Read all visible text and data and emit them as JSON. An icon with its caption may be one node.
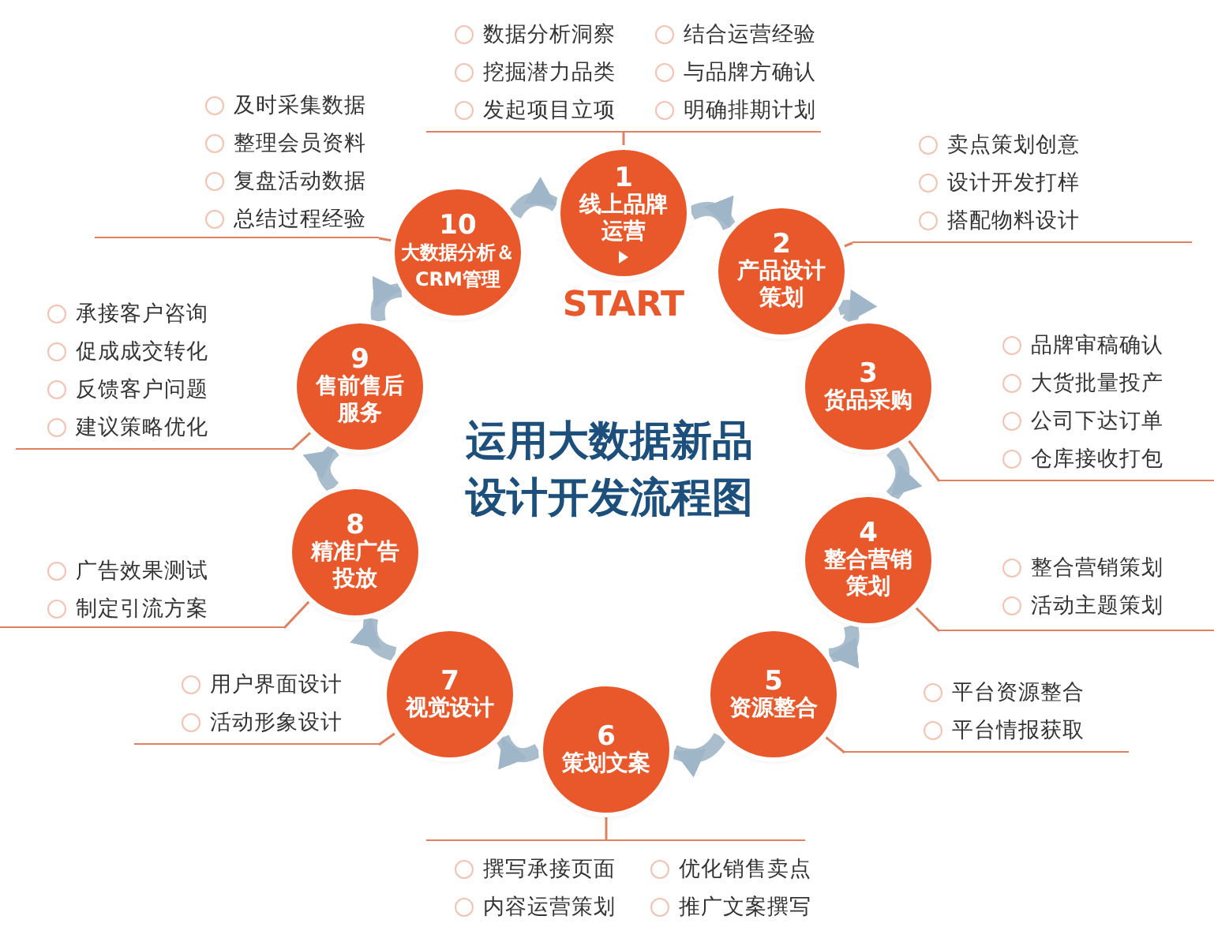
{
  "diagram": {
    "title": "运用大数据新品设计开发流程图",
    "nodes": [
      {
        "text": [
          "1",
          "线上品牌运营"
        ],
        "beside": [
          "START"
        ]
      },
      {
        "text": [
          "2",
          "产品设计策划"
        ]
      },
      {
        "text": [
          "3",
          "货品采购"
        ]
      },
      {
        "text": [
          "4",
          "整合营销策划"
        ]
      },
      {
        "text": [
          "5",
          "资源整合"
        ]
      },
      {
        "text": [
          "6",
          "策划文案"
        ]
      },
      {
        "text": [
          "7",
          "视觉设计"
        ]
      },
      {
        "text": [
          "8",
          "精准广告投放"
        ]
      },
      {
        "text": [
          "9",
          "售前售后服务"
        ]
      },
      {
        "text": [
          "10",
          "大数据分析＆CRM管理"
        ]
      },
      {
        "text": [
          "数据分析洞察",
          "挖掘潜力品类",
          "发起项目立项",
          "结合运营经验",
          "与品牌方确认",
          "明确排期计划"
        ]
      },
      {
        "text": [
          "卖点策划创意",
          "设计开发打样",
          "搭配物料设计"
        ]
      },
      {
        "text": [
          "品牌审稿确认",
          "大货批量投产",
          "公司下达订单",
          "仓库接收打包"
        ]
      },
      {
        "text": [
          "整合营销策划",
          "活动主题策划"
        ]
      },
      {
        "text": [
          "平台资源整合",
          "平台情报获取"
        ]
      },
      {
        "text": [
          "撰写承接页面",
          "内容运营策划",
          "优化销售卖点",
          "推广文案撰写"
        ]
      },
      {
        "text": [
          "用户界面设计",
          "活动形象设计"
        ]
      },
      {
        "text": [
          "广告效果测试",
          "制定引流方案"
        ]
      },
      {
        "text": [
          "承接客户咨询",
          "促成成交转化",
          "反馈客户问题",
          "建议策略优化"
        ]
      },
      {
        "text": [
          "及时采集数据",
          "整理会员资料",
          "复盘活动数据",
          "总结过程经验"
        ]
      }
    ],
    "edges": [
      {
        "from": 0,
        "to": 1,
        "arrow": "to",
        "style": "thick",
        "color": "#a9bdcd"
      },
      {
        "from": 1,
        "to": 2,
        "arrow": "to",
        "style": "thick",
        "color": "#a9bdcd"
      },
      {
        "from": 2,
        "to": 3,
        "arrow": "to",
        "style": "thick",
        "color": "#a9bdcd"
      },
      {
        "from": 3,
        "to": 4,
        "arrow": "to",
        "style": "thick",
        "color": "#a9bdcd"
      },
      {
        "from": 4,
        "to": 5,
        "arrow": "to",
        "style": "thick",
        "color": "#a9bdcd"
      },
      {
        "from": 5,
        "to": 6,
        "arrow": "to",
        "style": "thick",
        "color": "#a9bdcd"
      },
      {
        "from": 6,
        "to": 7,
        "arrow": "to",
        "style": "thick",
        "color": "#a9bdcd"
      },
      {
        "from": 7,
        "to": 8,
        "arrow": "to",
        "style": "thick",
        "color": "#a9bdcd"
      },
      {
        "from": 8,
        "to": 9,
        "arrow": "to",
        "style": "thick",
        "color": "#a9bdcd"
      },
      {
        "from": 9,
        "to": 0,
        "arrow": "to",
        "style": "thick",
        "color": "#a9bdcd"
      },
      {
        "from": 10,
        "to": 0,
        "arrow": "none",
        "color": "#e0805f"
      },
      {
        "from": 11,
        "to": 1,
        "arrow": "none",
        "color": "#e0805f"
      },
      {
        "from": 12,
        "to": 2,
        "arrow": "none",
        "color": "#e0805f"
      },
      {
        "from": 13,
        "to": 3,
        "arrow": "none",
        "color": "#e0805f"
      },
      {
        "from": 14,
        "to": 4,
        "arrow": "none",
        "color": "#e0805f"
      },
      {
        "from": 15,
        "to": 5,
        "arrow": "none",
        "color": "#e0805f"
      },
      {
        "from": 16,
        "to": 6,
        "arrow": "none",
        "color": "#e0805f"
      },
      {
        "from": 17,
        "to": 7,
        "arrow": "none",
        "color": "#e0805f"
      },
      {
        "from": 18,
        "to": 8,
        "arrow": "none",
        "color": "#e0805f"
      },
      {
        "from": 19,
        "to": 9,
        "arrow": "none",
        "color": "#e0805f"
      }
    ]
  }
}
